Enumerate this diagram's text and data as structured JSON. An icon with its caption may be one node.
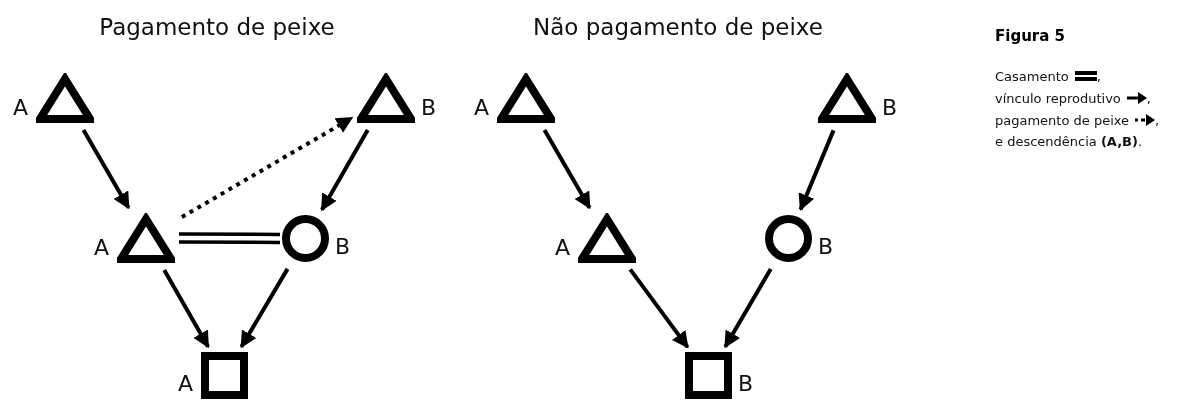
{
  "diagram": {
    "title": "Figura 5",
    "nodes": [
      {
        "text": [],
        "shape": "triangle",
        "beside": [
          "A"
        ]
      },
      {
        "text": [],
        "shape": "triangle",
        "beside": [
          "B"
        ]
      },
      {
        "text": [],
        "shape": "triangle",
        "beside": [
          "A"
        ]
      },
      {
        "text": [],
        "shape": "circle",
        "beside": [
          "B"
        ]
      },
      {
        "text": [],
        "shape": "box",
        "beside": [
          "A"
        ]
      },
      {
        "text": [],
        "shape": "triangle",
        "beside": [
          "A"
        ]
      },
      {
        "text": [],
        "shape": "triangle",
        "beside": [
          "B"
        ]
      },
      {
        "text": [],
        "shape": "triangle",
        "beside": [
          "A"
        ]
      },
      {
        "text": [],
        "shape": "circle",
        "beside": [
          "B"
        ]
      },
      {
        "text": [],
        "shape": "box",
        "beside": [
          "B"
        ]
      }
    ],
    "edges": [
      {
        "from": 0,
        "to": 2,
        "arrow": "to"
      },
      {
        "from": 1,
        "to": 3,
        "arrow": "to"
      },
      {
        "from": 2,
        "to": 1,
        "arrow": "to",
        "style": "dashed"
      },
      {
        "from": 2,
        "to": 3,
        "arrow": "none"
      },
      {
        "from": 2,
        "to": 4,
        "arrow": "to"
      },
      {
        "from": 3,
        "to": 4,
        "arrow": "to"
      },
      {
        "from": 5,
        "to": 7,
        "arrow": "to"
      },
      {
        "from": 6,
        "to": 8,
        "arrow": "to"
      },
      {
        "from": 7,
        "to": 9,
        "arrow": "to"
      },
      {
        "from": 8,
        "to": 9,
        "arrow": "to"
      }
    ],
    "labels": [
      "Pagamento de peixe",
      "Não pagamento de peixe",
      ",",
      ",",
      ",",
      "e descendência **(A,B)**."
    ],
    "legend": [
      {
        "text": "Casamento"
      },
      {
        "text": "vínculo reprodutivo"
      },
      {
        "text": "pagamento de peixe"
      }
    ]
  }
}
